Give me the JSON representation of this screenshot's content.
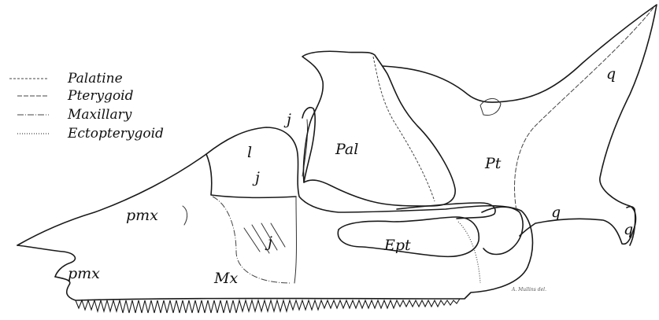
{
  "legend": [
    {
      "style": "palatine",
      "label": "Palatine"
    },
    {
      "style": "pterygoid",
      "label": "Pterygoid"
    },
    {
      "style": "maxillary",
      "label": "Maxillary"
    },
    {
      "style": "ectopterygoid",
      "label": "Ectopterygoid"
    }
  ],
  "labels": {
    "pal": "Pal",
    "pt": "Pt",
    "q_top": "q",
    "q_mid": "q",
    "q_right": "q",
    "j_top": "j",
    "j_mid": "j",
    "j_lower": "j",
    "l": "l",
    "pmx_upper": "pmx",
    "pmx_lower": "pmx",
    "mx": "Mx",
    "ept": "Ept"
  },
  "signature": "A. Mullins del."
}
